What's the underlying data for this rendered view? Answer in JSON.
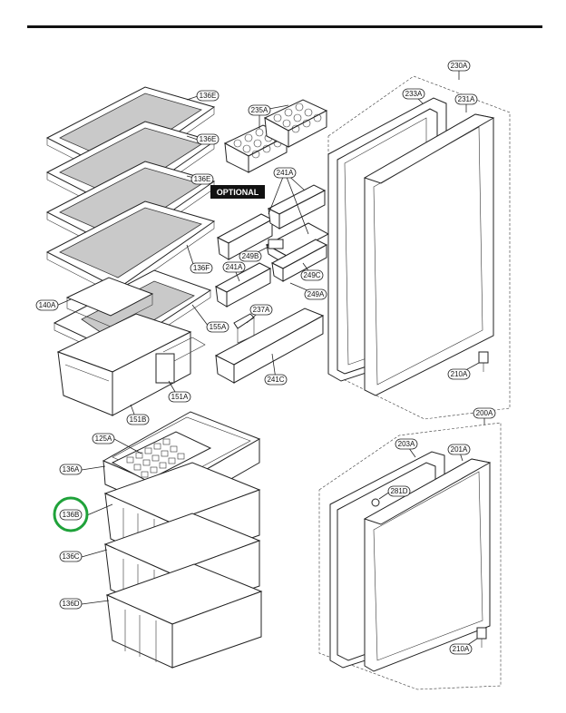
{
  "optional_banner": "OPTIONAL",
  "callouts": {
    "c136E_1": "136E",
    "c136E_2": "136E",
    "c136E_3": "136E",
    "c136F": "136F",
    "c140A": "140A",
    "c155A": "155A",
    "c151A": "151A",
    "c151B": "151B",
    "c235A": "235A",
    "c241A_1": "241A",
    "c241A_2": "241A",
    "c249B": "249B",
    "c249C": "249C",
    "c249A": "249A",
    "c237A": "237A",
    "c241C": "241C",
    "c230A": "230A",
    "c233A": "233A",
    "c231A": "231A",
    "c210A_1": "210A",
    "c200A": "200A",
    "c203A": "203A",
    "c201A": "201A",
    "c281D": "281D",
    "c210A_2": "210A",
    "c125A": "125A",
    "c136A": "136A",
    "c136B": "136B",
    "c136C": "136C",
    "c136D": "136D"
  },
  "highlight_color": "#1fa23a"
}
